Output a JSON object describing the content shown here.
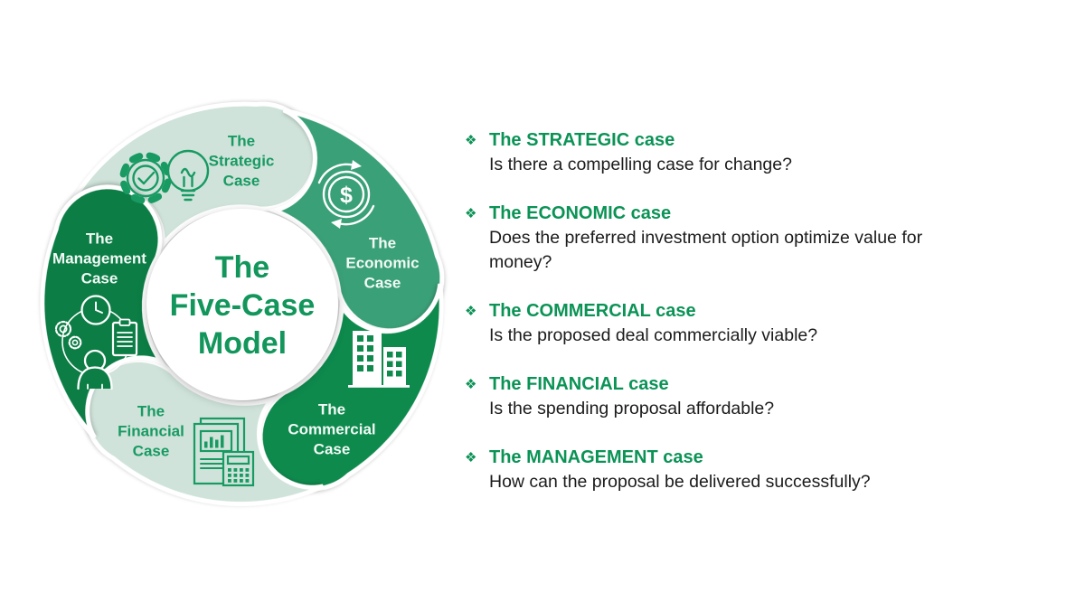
{
  "slide_title": "The Five-Case Model",
  "colors": {
    "pale_green": "#cfe3da",
    "medium_green": "#3aa077",
    "dark_green": "#0e8a4d",
    "darker_green": "#0c7d45",
    "accent_green": "#0b9356",
    "label_green": "#189a62",
    "center_text_green": "#12965b",
    "body_text": "#1b1b1b",
    "white": "#ffffff"
  },
  "diagram": {
    "center_label": "The\nFive-Case\nModel",
    "segments": [
      {
        "id": "strategic",
        "label": "The\nStrategic\nCase",
        "fill": "#cfe3da",
        "label_color": "#189a62",
        "icon": "gear-check-lightbulb-icon"
      },
      {
        "id": "economic",
        "label": "The\nEconomic\nCase",
        "fill": "#3aa077",
        "label_color": "#ffffff",
        "icon": "dollar-cycle-icon",
        "dollar_glyph": "$"
      },
      {
        "id": "commercial",
        "label": "The\nCommercial\nCase",
        "fill": "#0e8a4d",
        "label_color": "#ffffff",
        "icon": "buildings-icon"
      },
      {
        "id": "financial",
        "label": "The\nFinancial\nCase",
        "fill": "#cfe3da",
        "label_color": "#189a62",
        "icon": "report-calculator-icon"
      },
      {
        "id": "management",
        "label": "The\nManagement\nCase",
        "fill": "#0c7d45",
        "label_color": "#ffffff",
        "icon": "clock-person-clipboard-icon"
      }
    ]
  },
  "ui": {
    "bullet_glyph": "❖"
  },
  "cases": [
    {
      "heading": "The STRATEGIC case",
      "description": "Is there a compelling case for change?"
    },
    {
      "heading": "The ECONOMIC case",
      "description": "Does the preferred investment option optimize value for money?"
    },
    {
      "heading": "The COMMERCIAL case",
      "description": "Is the proposed deal commercially viable?"
    },
    {
      "heading": "The FINANCIAL case",
      "description": "Is the spending proposal affordable?"
    },
    {
      "heading": "The MANAGEMENT case",
      "description": "How can the proposal be delivered successfully?"
    }
  ]
}
